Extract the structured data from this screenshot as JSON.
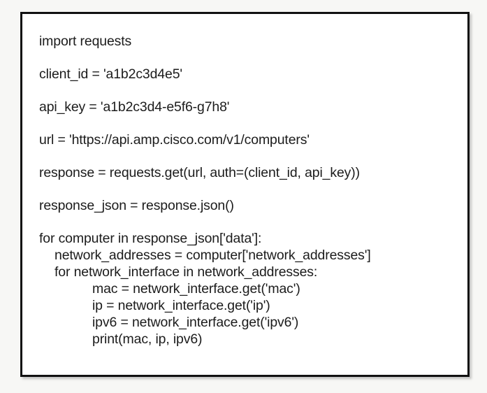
{
  "frame": {
    "name": "code-snippet-box",
    "border_color": "#111111",
    "background_color": "#ffffff",
    "page_background_color": "#f7f7f5",
    "text_color": "#1c1c1c"
  },
  "code": {
    "language": "python",
    "lines": [
      {
        "id": "line-import",
        "text": "import requests",
        "indent": 0,
        "spaced": true
      },
      {
        "id": "line-client-id",
        "text": "client_id = 'a1b2c3d4e5'",
        "indent": 0,
        "spaced": true
      },
      {
        "id": "line-api-key",
        "text": "api_key = 'a1b2c3d4-e5f6-g7h8'",
        "indent": 0,
        "spaced": true
      },
      {
        "id": "line-url",
        "text": "url = 'https://api.amp.cisco.com/v1/computers'",
        "indent": 0,
        "spaced": true
      },
      {
        "id": "line-response",
        "text": "response = requests.get(url, auth=(client_id, api_key))",
        "indent": 0,
        "spaced": true
      },
      {
        "id": "line-response-json",
        "text": "response_json = response.json()",
        "indent": 0,
        "spaced": true
      },
      {
        "id": "line-for-computer",
        "text": "for computer in response_json['data']:",
        "indent": 0,
        "spaced": false
      },
      {
        "id": "line-network-addresses",
        "text": "network_addresses = computer['network_addresses']",
        "indent": 1,
        "spaced": false
      },
      {
        "id": "line-for-interface",
        "text": "for network_interface in network_addresses:",
        "indent": 1,
        "spaced": false
      },
      {
        "id": "line-mac",
        "text": "mac = network_interface.get('mac')",
        "indent": 2,
        "spaced": false
      },
      {
        "id": "line-ip",
        "text": "ip = network_interface.get('ip')",
        "indent": 2,
        "spaced": false
      },
      {
        "id": "line-ipv6",
        "text": "ipv6 = network_interface.get('ipv6')",
        "indent": 2,
        "spaced": false
      },
      {
        "id": "line-print",
        "text": "print(mac, ip, ipv6)",
        "indent": 2,
        "spaced": false
      }
    ]
  }
}
